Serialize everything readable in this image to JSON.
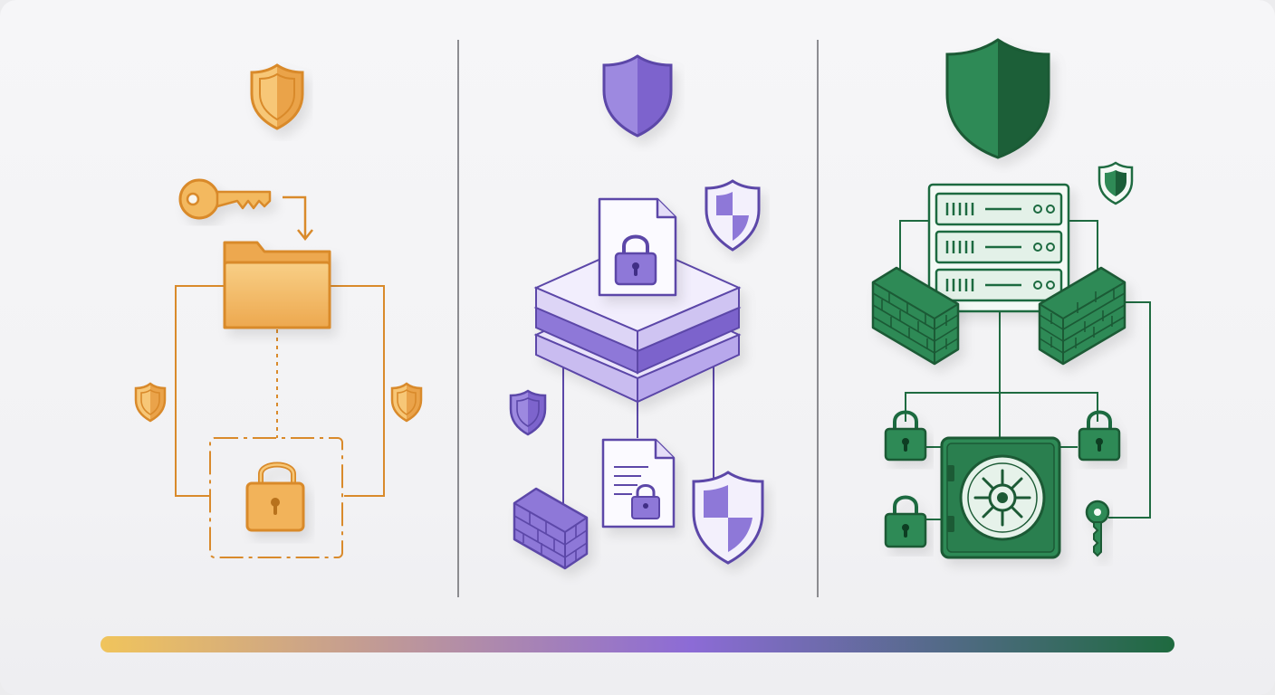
{
  "colors": {
    "orange": "#e2953a",
    "orange_fill": "#f3b95e",
    "orange_light": "#f8d28c",
    "purple": "#5b47a8",
    "purple_fill": "#8e78d8",
    "purple_light": "#ddd5f6",
    "green": "#1f6b41",
    "green_fill": "#2e8a57",
    "green_light": "#dcefe2",
    "divider": "#6a6a70",
    "bar_gradient": [
      "#f0c45c",
      "#8c6bd6",
      "#1e6a3f"
    ]
  },
  "panels": [
    {
      "theme": "orange",
      "icons": [
        "shield-icon",
        "key-icon",
        "arrow-down-icon",
        "folder-icon",
        "shield-icon",
        "shield-icon",
        "padlock-icon"
      ]
    },
    {
      "theme": "purple",
      "icons": [
        "shield-icon",
        "encrypted-document-icon",
        "checkered-shield-icon",
        "layered-platform-icon",
        "shield-icon",
        "encrypted-document-icon",
        "firewall-icon",
        "checkered-shield-icon"
      ]
    },
    {
      "theme": "green",
      "icons": [
        "shield-icon",
        "server-rack-icon",
        "shield-icon",
        "firewall-icon",
        "firewall-icon",
        "padlock-icon",
        "padlock-icon",
        "padlock-icon",
        "vault-icon",
        "key-icon"
      ]
    }
  ],
  "progress_bar": {
    "fill": 1.0
  }
}
